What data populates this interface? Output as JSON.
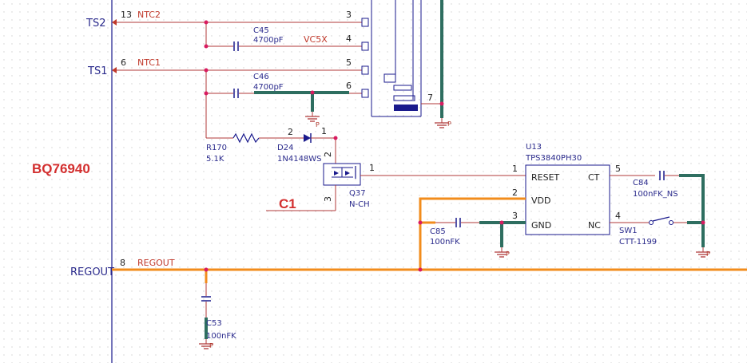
{
  "colors": {
    "wire": "#b03a3a",
    "component": "#1a1a8c",
    "net_label": "#c0392b",
    "highlight_orange": "#f28c1c",
    "highlight_teal": "#2e6e60",
    "title_red": "#d32f2f",
    "grid_dot": "#d0d0d0"
  },
  "title": {
    "chip": "BQ76940",
    "mark": "C1"
  },
  "ports": {
    "ts2": "TS2",
    "ts1": "TS1",
    "regout": "REGOUT"
  },
  "nets": {
    "ntc2": "NTC2",
    "ntc1": "NTC1",
    "regout": "REGOUT",
    "vc5x": "VC5X"
  },
  "port_pins": {
    "ts2": "13",
    "ts1": "6",
    "regout": "8"
  },
  "connector_pins": {
    "p3": "3",
    "p4": "4",
    "p5": "5",
    "p6": "6",
    "p7": "7"
  },
  "components": {
    "c45": {
      "ref": "C45",
      "value": "4700pF"
    },
    "c46": {
      "ref": "C46",
      "value": "4700pF"
    },
    "r170": {
      "ref": "R170",
      "value": "5.1K"
    },
    "d24": {
      "ref": "D24",
      "value": "1N4148WS",
      "pin_a": "2",
      "pin_k": "1"
    },
    "q37": {
      "ref": "Q37",
      "value": "N-CH",
      "pin1": "1",
      "pin2": "2",
      "pin3": "3"
    },
    "u13": {
      "ref": "U13",
      "value": "TPS3840PH30",
      "pins": [
        {
          "num": "1",
          "name": "RESET"
        },
        {
          "num": "2",
          "name": "VDD"
        },
        {
          "num": "3",
          "name": "GND"
        },
        {
          "num": "5",
          "name": "CT"
        },
        {
          "num": "4",
          "name": "NC"
        }
      ]
    },
    "c84": {
      "ref": "C84",
      "value": "100nFK_NS"
    },
    "c85": {
      "ref": "C85",
      "value": "100nFK"
    },
    "c53": {
      "ref": "C53",
      "value": "100nFK"
    },
    "sw1": {
      "ref": "SW1",
      "value": "CTT-1199"
    }
  },
  "ground_symbol_label": "P"
}
